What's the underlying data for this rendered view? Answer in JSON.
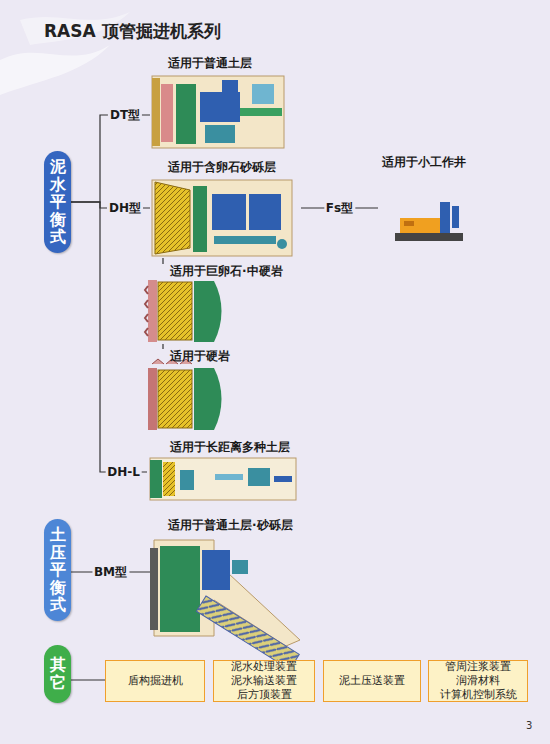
{
  "diagram": {
    "title": "RASA 顶管掘进机系列",
    "nodes": [
      {
        "text": [
          "泥水平衡式"
        ]
      },
      {
        "text": [
          "适用于普通土层"
        ]
      },
      {
        "text": [
          "适用于含卵石砂砾层"
        ]
      },
      {
        "text": [
          "适用于小工作井"
        ]
      },
      {
        "text": [
          "适用于巨卵石·中硬岩"
        ]
      },
      {
        "text": [
          "适用于硬岩"
        ]
      },
      {
        "text": [
          "适用于长距离多种土层"
        ]
      },
      {
        "text": [
          "土压平衡式"
        ]
      },
      {
        "text": [
          "适用于普通土层·砂砾层"
        ]
      },
      {
        "text": [
          "其它"
        ]
      },
      {
        "text": [
          "盾构掘进机"
        ]
      },
      {
        "text": [
          "泥水处理装置 泥水输送装置 后方顶装置"
        ]
      },
      {
        "text": [
          "泥土压送装置"
        ]
      },
      {
        "text": [
          "管周注浆装置 润滑材料 计算机控制系统"
        ]
      }
    ],
    "edges": [
      {
        "from": 0,
        "to": 1,
        "label": "DT型",
        "arrow": "none"
      },
      {
        "from": 0,
        "to": 2,
        "label": "DH型",
        "arrow": "none"
      },
      {
        "from": 0,
        "to": 6,
        "label": "DH-L",
        "arrow": "none"
      },
      {
        "from": 2,
        "to": 3,
        "label": "Fs型",
        "arrow": "none"
      },
      {
        "from": 2,
        "to": 4,
        "arrow": "none"
      },
      {
        "from": 4,
        "to": 5,
        "arrow": "none"
      },
      {
        "from": 7,
        "to": 8,
        "label": "BM型",
        "arrow": "none"
      },
      {
        "from": 9,
        "to": 10,
        "arrow": "none"
      }
    ],
    "labels": [
      "3"
    ]
  }
}
